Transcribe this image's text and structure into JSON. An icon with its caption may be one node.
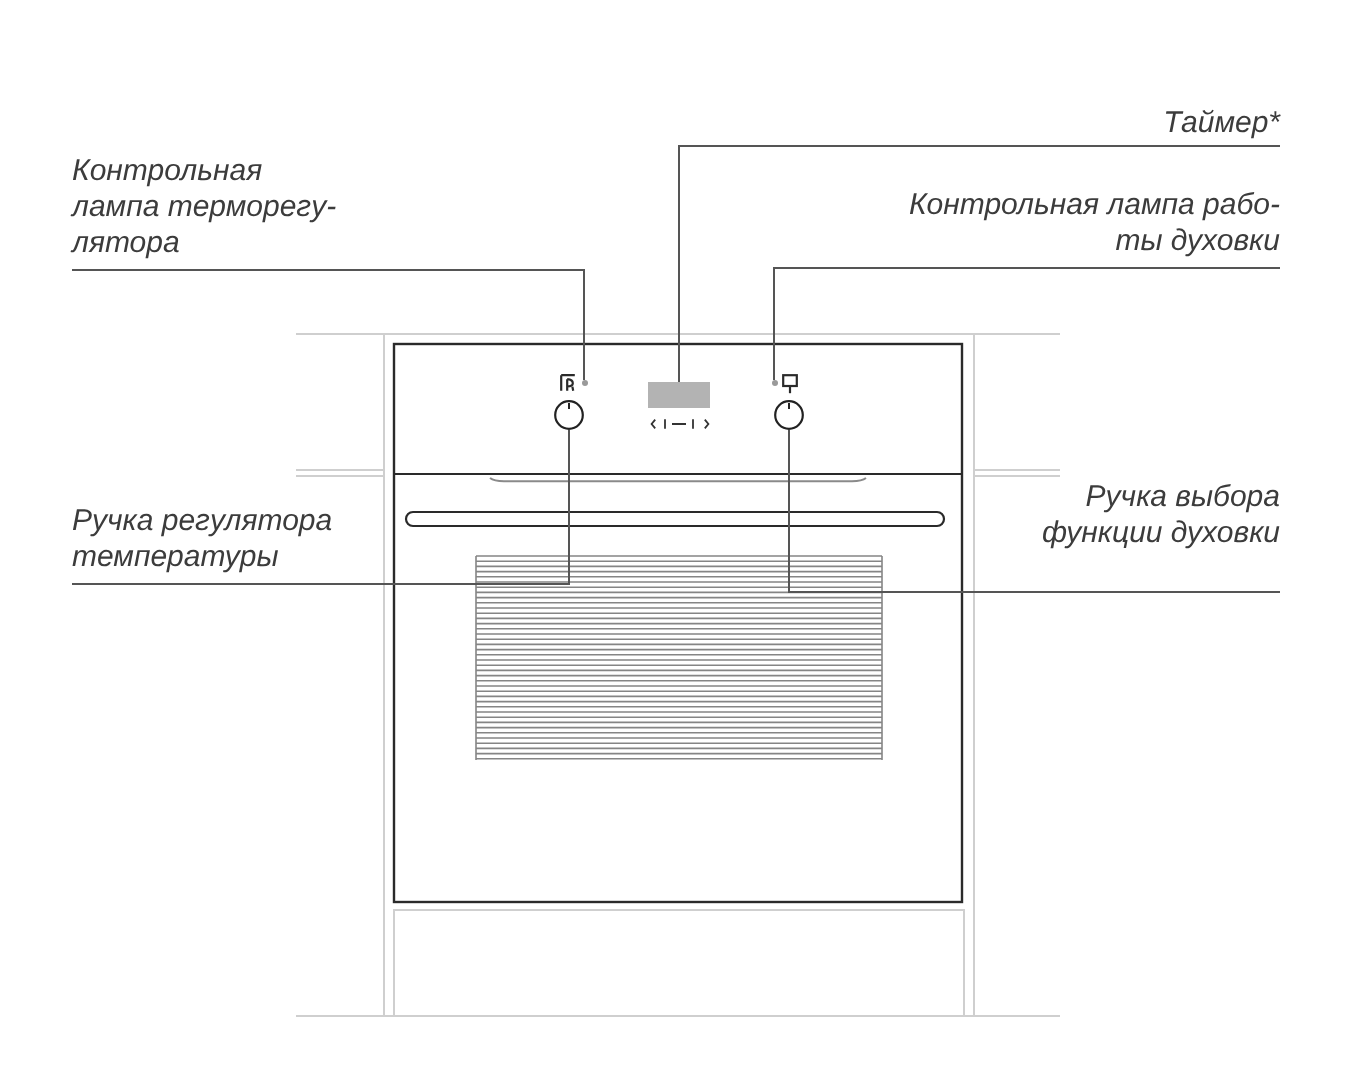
{
  "diagram": {
    "nodes": [
      {
        "text": [
          "Таймер*"
        ]
      },
      {
        "text": [
          "Контрольная лампа терморегу- лятора"
        ]
      },
      {
        "text": [
          "Контрольная лампа рабо- ты духовки"
        ]
      },
      {
        "text": [
          "Ручка регулятора температуры"
        ]
      },
      {
        "text": [
          "Ручка выбора функции духовки"
        ]
      },
      {
        "text": [],
        "shape": "circle"
      },
      {
        "text": [],
        "shape": "box"
      },
      {
        "text": [],
        "shape": "circle"
      },
      {
        "text": [],
        "shape": "circle"
      },
      {
        "text": [],
        "shape": "circle"
      }
    ],
    "edges": [
      {
        "from": 0,
        "to": 6,
        "arrow": "none"
      },
      {
        "from": 1,
        "to": 5,
        "arrow": "none"
      },
      {
        "from": 2,
        "to": 7,
        "arrow": "none"
      },
      {
        "from": 3,
        "to": 8,
        "arrow": "none"
      },
      {
        "from": 4,
        "to": 9,
        "arrow": "none"
      }
    ]
  }
}
